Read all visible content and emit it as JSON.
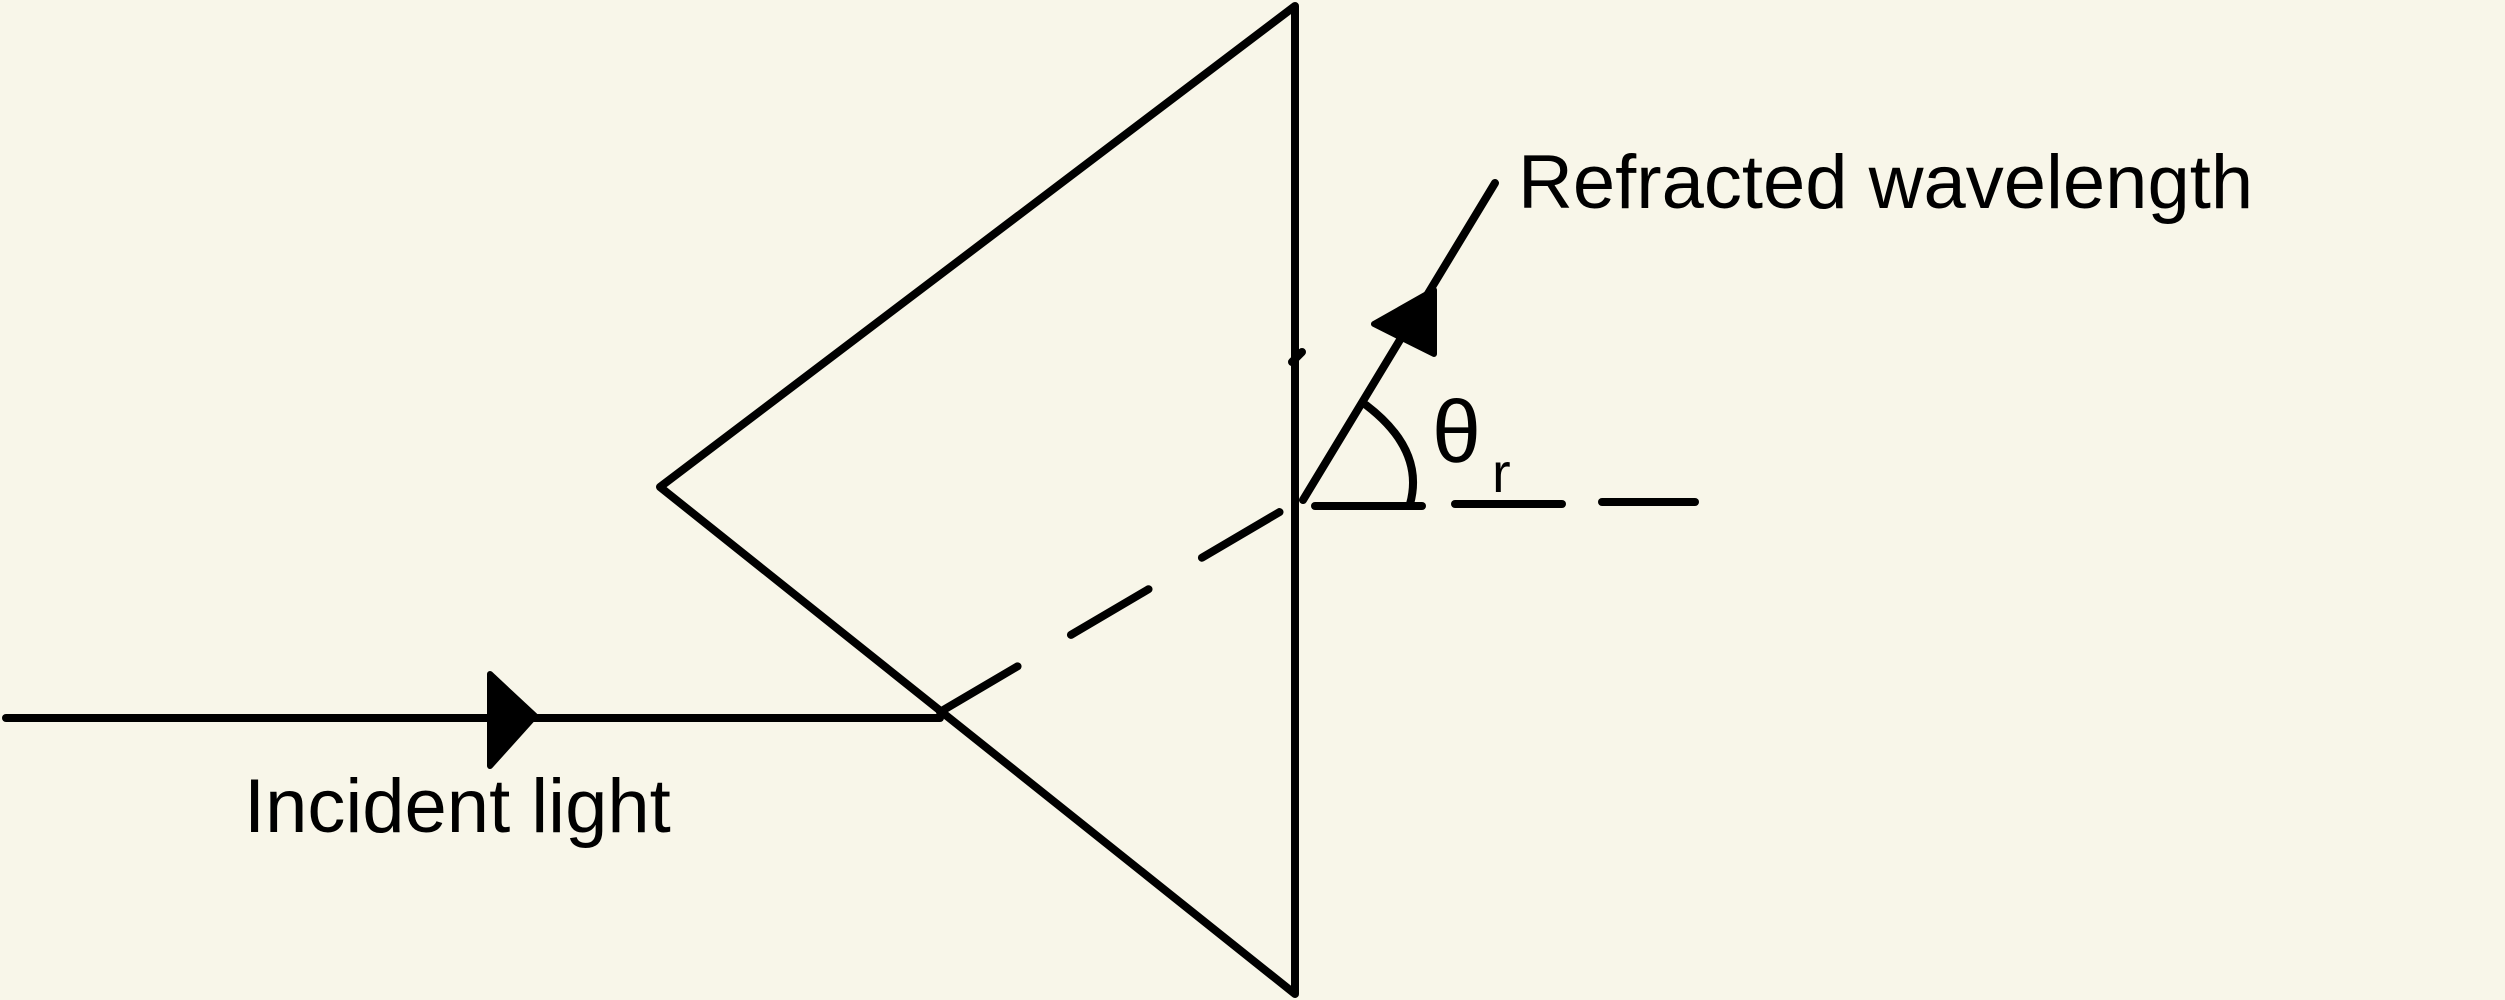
{
  "labels": {
    "incident": "Incident light",
    "refracted": "Refracted wavelength",
    "angle": "θ",
    "angle_subscript": "r"
  },
  "colors": {
    "background": "#f8f6e9",
    "ink": "#000000"
  }
}
